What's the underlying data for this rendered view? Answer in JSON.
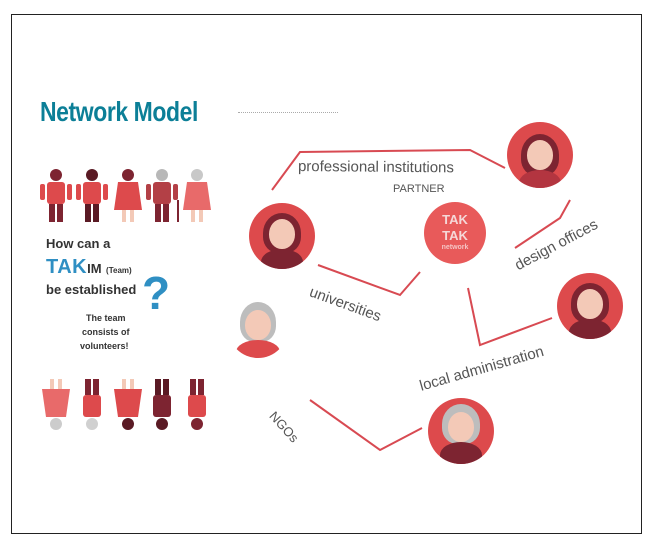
{
  "title": "Network Model",
  "left_panel": {
    "question_line1": "How can a",
    "takim_prefix": "TAK",
    "takim_suffix": "IM",
    "takim_paren": "(Team)",
    "question_line3": "be established",
    "question_mark": "?",
    "team_line1": "The team",
    "team_line2": "consists of",
    "team_line3": "volunteers!"
  },
  "network": {
    "center_line1": "TAK",
    "center_line2": "TAK",
    "center_line3": "network",
    "partner_label": "PARTNER",
    "labels": {
      "professional_institutions": "professional institutions",
      "design_offices": "design offices",
      "universities": "universities",
      "local_administration": "local administration",
      "ngos": "NGOs"
    }
  },
  "colors": {
    "title": "#0c7f97",
    "accent_red": "#dd4a4c",
    "accent_blue": "#2f8fc3",
    "line_red": "#d84a52",
    "dark_maroon": "#7d2431",
    "text_gray": "#555555"
  }
}
